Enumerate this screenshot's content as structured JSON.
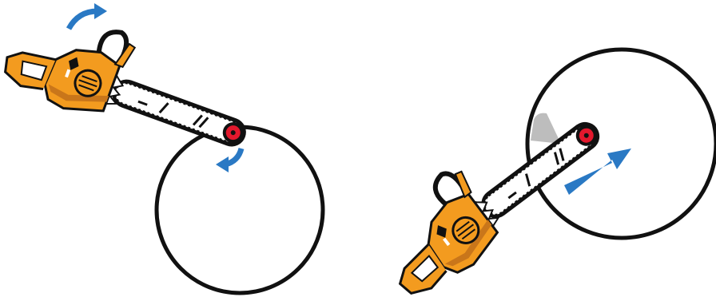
{
  "colors": {
    "outline": "#111111",
    "saw_body": "#f39b1f",
    "saw_shadow": "#c9761a",
    "bar_fill": "#ffffff",
    "chain": "#111111",
    "tip_dot": "#e3182d",
    "arrow": "#2a79c4",
    "cut_region": "#bdbdbd",
    "log": "#111111"
  },
  "panels": [
    {
      "id": "left",
      "label": "",
      "icons": [
        "chainsaw-icon",
        "log-circle",
        "rotation-arrow-icon",
        "rotation-arrow-icon"
      ]
    },
    {
      "id": "right",
      "label": "",
      "icons": [
        "chainsaw-icon",
        "log-circle",
        "push-arrow-icon",
        "cut-wedge"
      ]
    }
  ]
}
